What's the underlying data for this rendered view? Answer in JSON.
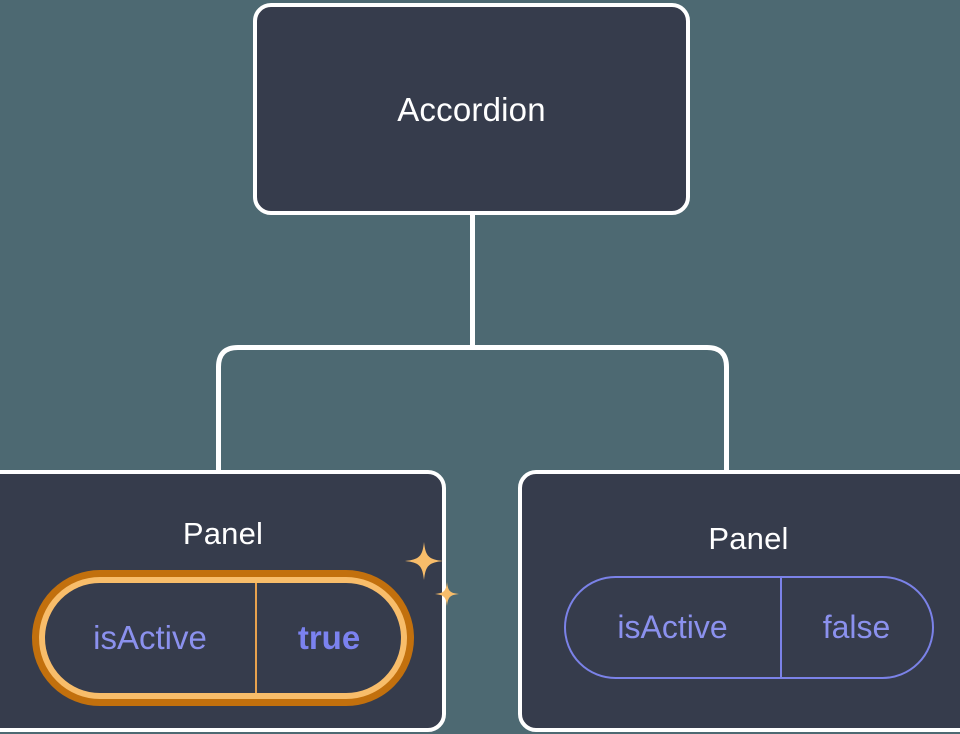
{
  "canvas": {
    "background_color": "#4d6972",
    "node_fill_color": "#363c4c",
    "node_border_color": "#ffffff",
    "connector_color": "#ffffff",
    "prop_text_color": "#8b91ee",
    "prop_border_color": "#7b82e8",
    "highlight_outer_color": "#c2700d",
    "highlight_inner_color": "#f8bd6a",
    "sparkle_color": "#f8bd6a"
  },
  "tree": {
    "root": {
      "title": "Accordion"
    },
    "children": [
      {
        "title": "Panel",
        "highlighted": true,
        "prop": {
          "key": "isActive",
          "value": "true"
        },
        "decoration": "sparkles-icon"
      },
      {
        "title": "Panel",
        "highlighted": false,
        "prop": {
          "key": "isActive",
          "value": "false"
        }
      }
    ]
  }
}
